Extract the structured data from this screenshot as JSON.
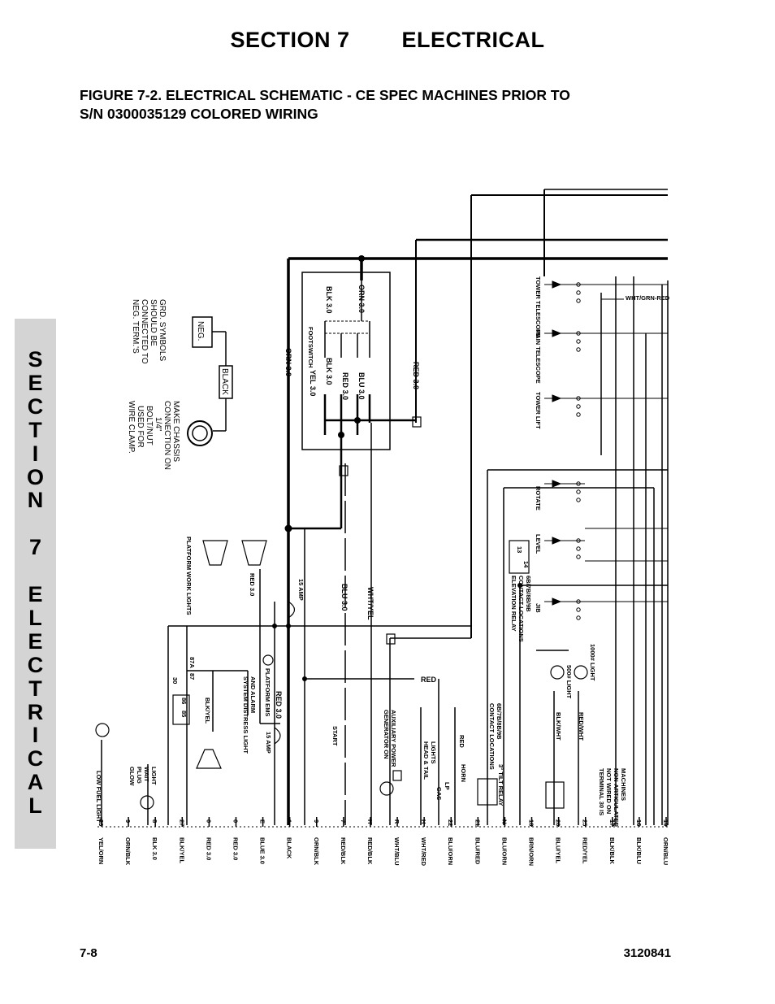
{
  "header": {
    "section": "SECTION 7",
    "title": "ELECTRICAL"
  },
  "figure": {
    "line1": "FIGURE 7-2. ELECTRICAL SCHEMATIC - CE SPEC MACHINES PRIOR TO",
    "line2": "S/N 0300035129 COLORED WIRING"
  },
  "side_tab": [
    "S",
    "E",
    "C",
    "T",
    "I",
    "O",
    "N",
    " ",
    "7",
    " ",
    "E",
    "L",
    "E",
    "C",
    "T",
    "R",
    "I",
    "C",
    "A",
    "L"
  ],
  "footer": {
    "page": "7-8",
    "doc_number": "3120841"
  },
  "schematic": {
    "notes": {
      "ground_note": [
        "GRD. SYMBOLS",
        "SHOULD BE",
        "CONNECTED TO",
        "NEG. TERM.'S"
      ],
      "chassis_note": [
        "MAKE CHASSIS",
        "CONNECTION ON",
        "1/4\"",
        "BOLT/NUT",
        "USED FOR",
        "WIRE CLAMP."
      ],
      "neg": "NEG.",
      "black": "BLACK"
    },
    "footswitch": {
      "label": "FOOTSWITCH",
      "wires": [
        "BLK 3.0",
        "ORN 3.0",
        "YEL 3.0",
        "RED 3.0",
        "BLU 3.0"
      ]
    },
    "wire_labels": {
      "orn": "ORN 3.0",
      "red": "RED 3.0",
      "blu": "BLU 3.0",
      "wht_yel": "WHT/YEL",
      "red2": "RED",
      "red3": "RED 3.0",
      "wht_grn_red": "WHT/GRN-RED",
      "blk_yel": "BLK/YEL",
      "blk_wht": "BLK/WHT",
      "red_wht": "RED/WHT"
    },
    "fuses": [
      "15 AMP",
      "15 AMP"
    ],
    "components": {
      "tower_telescope": "TOWER TELESCOPE",
      "main_telescope": "MAIN TELESCOPE",
      "tower_lift": "TOWER LIFT",
      "rotate": "ROTATE",
      "level": "LEVEL",
      "jib": "JIB",
      "elevation_relay": [
        "ELEVATION RELAY",
        "CONTACT LOCATIONS",
        "6B/7B/8B/9B"
      ],
      "light_1000": "1000# LIGHT",
      "light_500": "500# LIGHT",
      "terminal_note": [
        "TERMINAL 30 IS",
        "NOT WIRED ON",
        "NON-ARTICULATED",
        "MACHINES"
      ],
      "contact_locations": [
        "CONTACT LOCATIONS",
        "6B/7B/8B/9B"
      ],
      "tilt_relay": "3° TILT RELAY",
      "horn": "HORN",
      "lp_gas": [
        "LP",
        "GAS"
      ],
      "head_tail": [
        "HEAD & TAIL",
        "LIGHTS"
      ],
      "generator": [
        "GENERATOR ON",
        "AUXILIARY POWER"
      ],
      "start": "START",
      "platform_ems": "PLATFORM EMS",
      "system_distress": [
        "SYSTEM DISTRESS LIGHT",
        "AND ALARM"
      ],
      "work_lights": "PLATFORM WORK LIGHTS",
      "glow_plug": [
        "GLOW",
        "PLUG",
        "WAIT",
        "LIGHT"
      ],
      "low_fuel": "LOW FUEL LIGHT"
    },
    "relay_pins": [
      "30",
      "87",
      "87A",
      "86",
      "85",
      "13",
      "14"
    ],
    "bottom_terminals": [
      {
        "num": "23",
        "wire": "YEL/ORN"
      },
      {
        "num": "9",
        "wire": "ORN/BLK"
      },
      {
        "num": "8",
        "wire": "BLK 3.0"
      },
      {
        "num": "27",
        "wire": "BLK/YEL"
      },
      {
        "num": "0",
        "wire": "RED 3.0"
      },
      {
        "num": "0",
        "wire": "RED 3.0"
      },
      {
        "num": "E",
        "wire": "BLUE 3.0"
      },
      {
        "num": "1",
        "wire": "BLACK"
      },
      {
        "num": "9",
        "wire": "ORN/BLK"
      },
      {
        "num": "7",
        "wire": "RED/BLK"
      },
      {
        "num": "H",
        "wire": "RED/BLK"
      },
      {
        "num": "R",
        "wire": "WHT/BLU"
      },
      {
        "num": "H",
        "wire": "WHT/RED"
      },
      {
        "num": "22",
        "wire": "BLU/ORN"
      },
      {
        "num": "21",
        "wire": "BLU/RED"
      },
      {
        "num": "N",
        "wire": "BLU/ORN"
      },
      {
        "num": "18",
        "wire": "BRN/ORN"
      },
      {
        "num": "20",
        "wire": "BLU/YEL"
      },
      {
        "num": "25",
        "wire": "RED/YEL"
      },
      {
        "num": "17",
        "wire": "BLK/BLK"
      },
      {
        "num": "16",
        "wire": "BLK/BLU"
      },
      {
        "num": "19",
        "wire": "ORN/BLU"
      }
    ]
  }
}
